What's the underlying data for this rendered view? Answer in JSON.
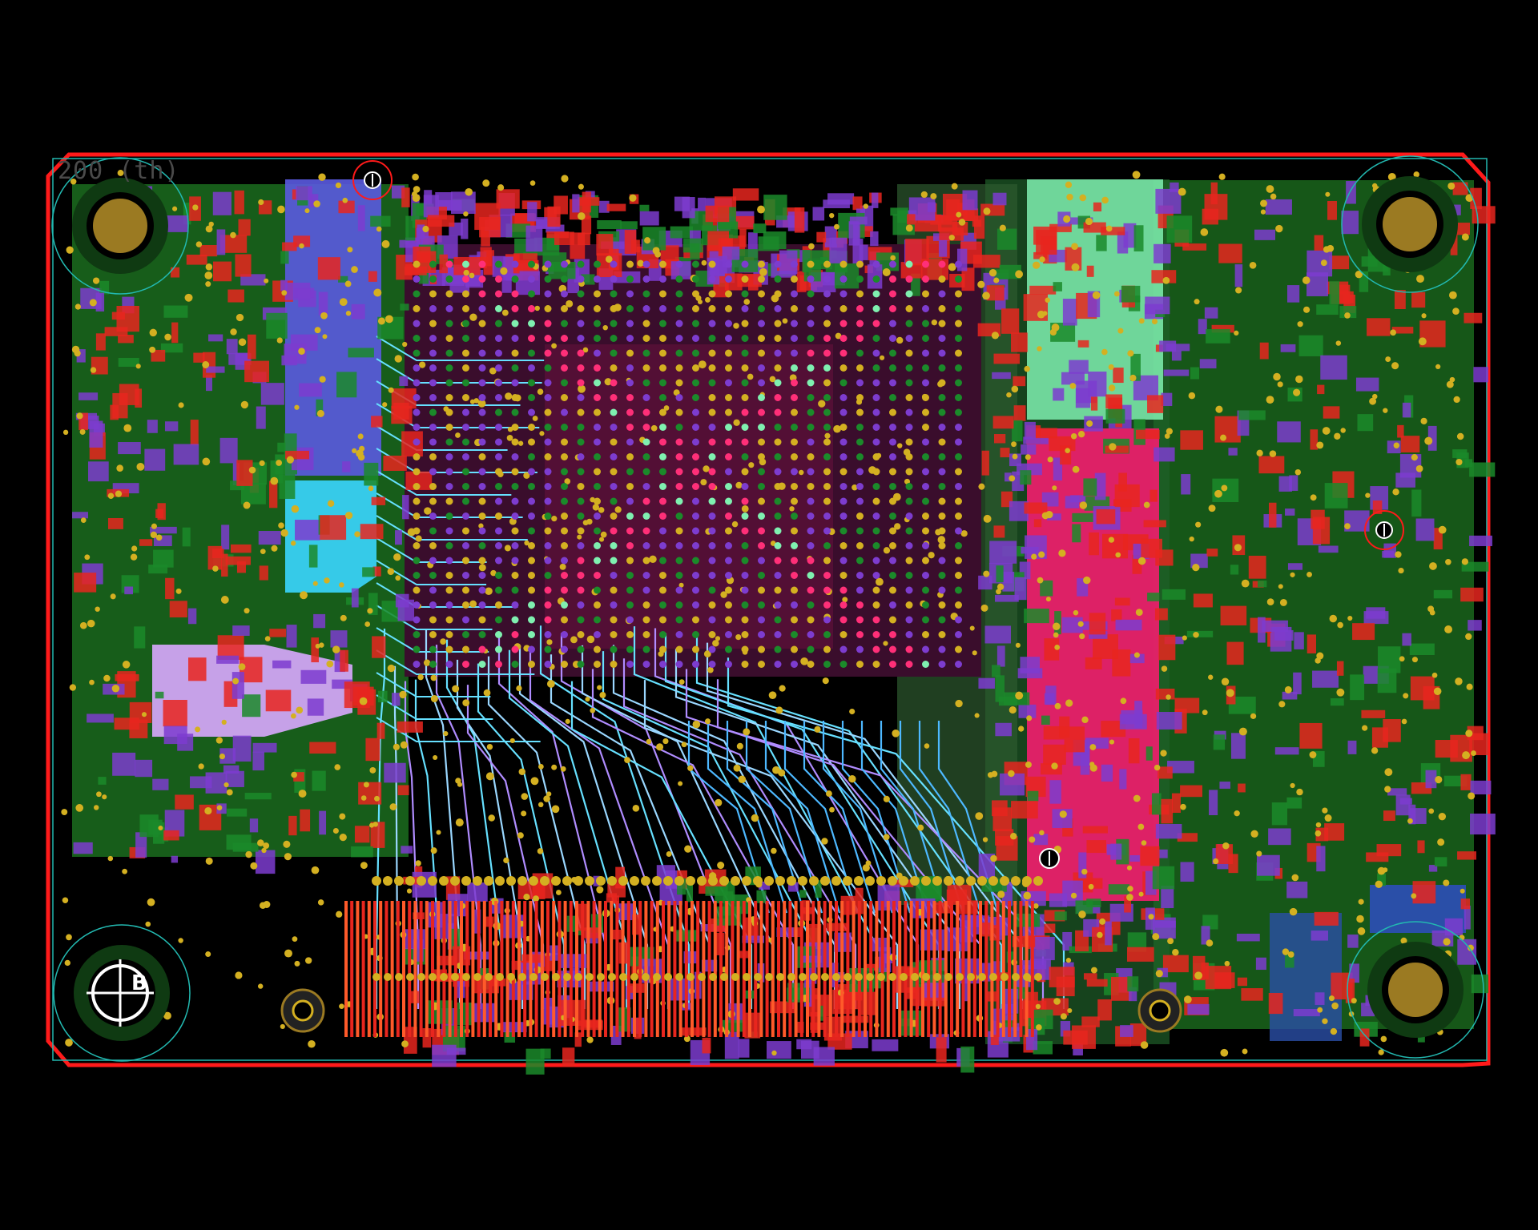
{
  "app": {
    "view": "pcb-layout"
  },
  "board": {
    "corner_label": "200 (th)",
    "fiducial_label": "B",
    "mounting_holes": 4
  },
  "colors": {
    "background": "#000000",
    "outline": "#ff1a1a",
    "keepout": "#22b8b0",
    "top_copper": "#e8261e",
    "bottom_copper": "#1b8a2a",
    "inner_plane": "#7d3ccf",
    "signal_trace": "#66e0ff",
    "bga_ball": "#ff2f78",
    "pad_gold": "#d4b021",
    "mint_plane": "#7ff0b0",
    "cyan_plane": "#3ad6ff",
    "lavender_plane": "#d9a8ff",
    "drill": "#ffffff"
  },
  "icons": [
    "mounting-hole-icon",
    "drill-target-icon",
    "fiducial-icon",
    "via-icon"
  ]
}
